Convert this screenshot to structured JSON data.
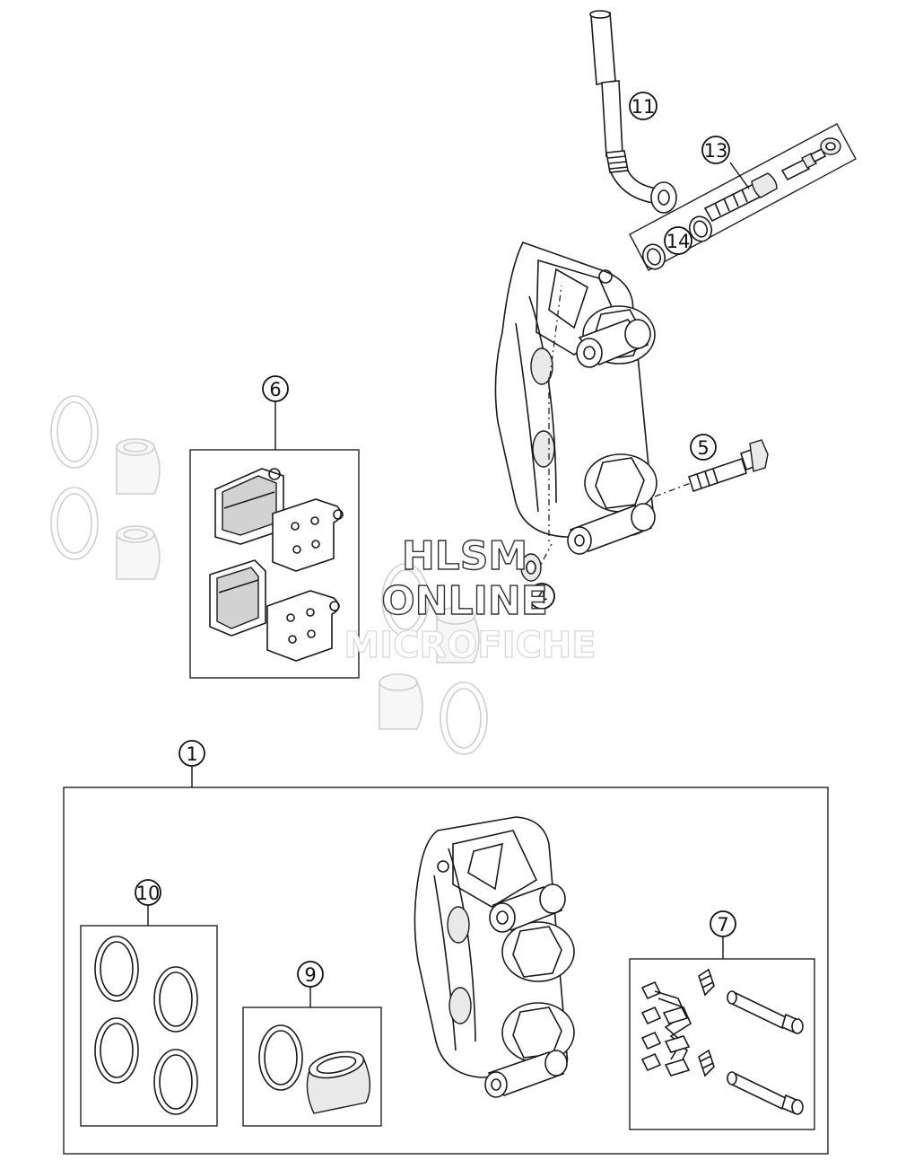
{
  "callouts": {
    "c1": "1",
    "c4": "4",
    "c5": "5",
    "c6": "6",
    "c7": "7",
    "c9": "9",
    "c10": "10",
    "c11": "11",
    "c13": "13",
    "c14": "14"
  },
  "watermark": {
    "line1": "HLSM",
    "line2": "ONLINE",
    "line3": "MICROFICHE"
  }
}
